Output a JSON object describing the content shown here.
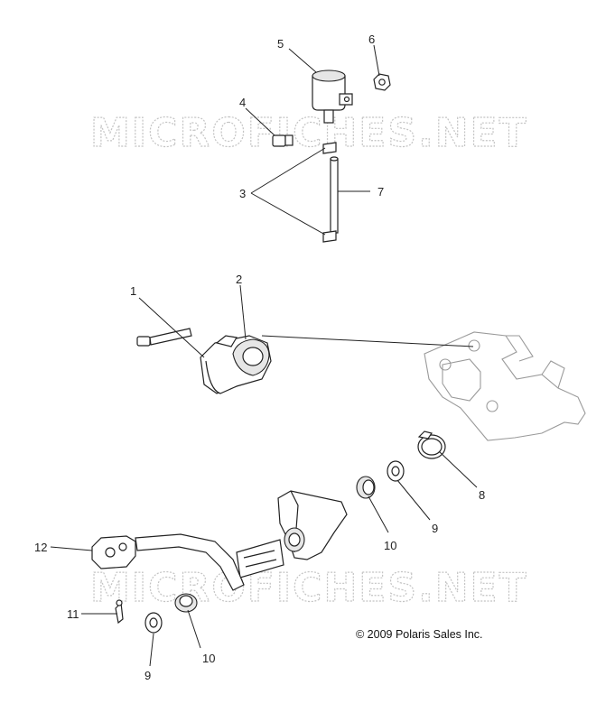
{
  "watermarks": [
    "MICROFICHES.NET",
    "MICROFICHES.NET"
  ],
  "copyright": "© 2009 Polaris Sales Inc.",
  "callouts": {
    "c1": "1",
    "c2": "2",
    "c3": "3",
    "c4": "4",
    "c5": "5",
    "c6": "6",
    "c7": "7",
    "c8": "8",
    "c9a": "9",
    "c9b": "9",
    "c10a": "10",
    "c10b": "10",
    "c11": "11",
    "c12": "12"
  }
}
